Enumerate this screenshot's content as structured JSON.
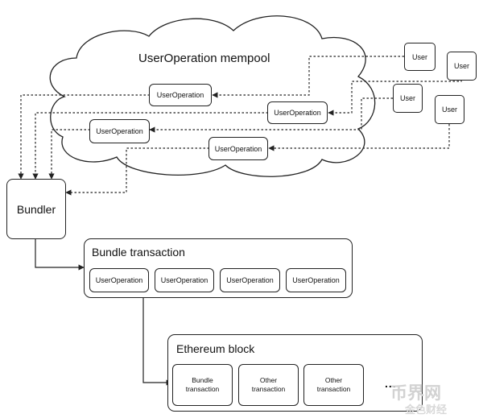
{
  "mempool": {
    "title": "UserOperation mempool"
  },
  "user_operation_label": "UserOperation",
  "users": [
    "User",
    "User",
    "User",
    "User"
  ],
  "bundler": {
    "label": "Bundler"
  },
  "bundle_transaction": {
    "title": "Bundle transaction",
    "operations": [
      "UserOperation",
      "UserOperation",
      "UserOperation",
      "UserOperation"
    ]
  },
  "ethereum_block": {
    "title": "Ethereum block",
    "items": [
      "Bundle transaction",
      "Other transaction",
      "Other transaction"
    ],
    "ellipsis": "..."
  },
  "watermark": {
    "text": "币界网",
    "subtext": "金色财经"
  },
  "colors": {
    "stroke": "#222222",
    "background": "#ffffff",
    "watermark": "#d8d8d8"
  }
}
